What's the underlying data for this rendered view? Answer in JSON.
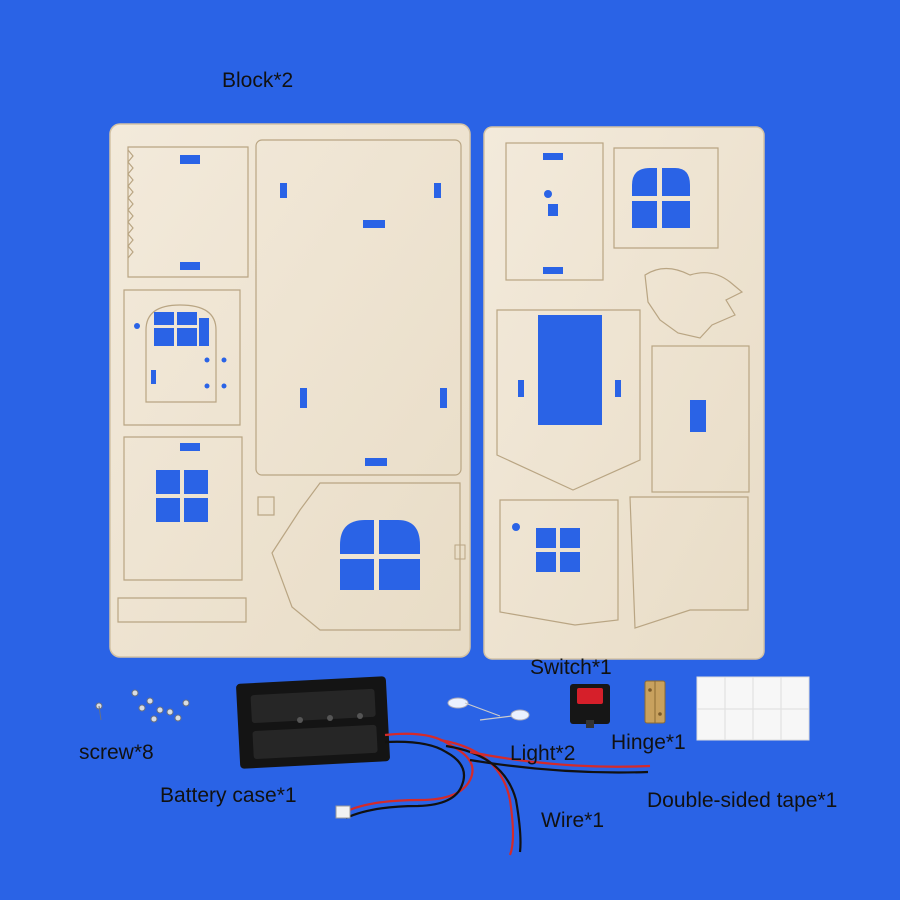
{
  "labels": {
    "block": "Block*2",
    "switch": "Switch*1",
    "screw": "screw*8",
    "light": "Light*2",
    "hinge": "Hinge*1",
    "battery_case": "Battery case*1",
    "double_sided_tape": "Double-sided tape*1",
    "wire": "Wire*1"
  },
  "colors": {
    "background": "#2a63e6",
    "wood": "#efe5d3",
    "wood_edge": "#c9b79a",
    "label_text": "#111111"
  }
}
